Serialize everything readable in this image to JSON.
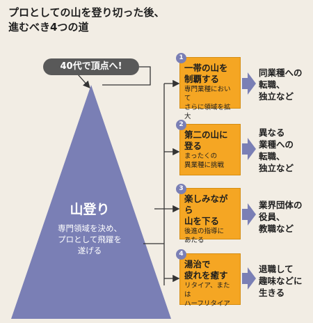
{
  "title": {
    "line1": "プロとしての山を登り切った後、",
    "line2": "進むべき4つの道"
  },
  "peak_label": "40代で頂点へ!",
  "mountain": {
    "title": "山登り",
    "text": "専門領域を決め、\nプロとして飛躍を\n遂げる"
  },
  "paths": [
    {
      "num": "1",
      "head": "一帯の山を\n制覇する",
      "sub": "専門業種において\nさらに領域を拡大",
      "result": "同業種への\n転職、\n独立など"
    },
    {
      "num": "2",
      "head": "第二の山に\n登る",
      "sub": "まったくの\n異業種に挑戦",
      "result": "異なる\n業種への\n転職、\n独立など"
    },
    {
      "num": "3",
      "head": "楽しみながら\n山を下る",
      "sub": "後進の指導に\nあたる",
      "result": "業界団体の\n役員、\n教職など"
    },
    {
      "num": "4",
      "head": "湯治で\n疲れを癒す",
      "sub": "リタイア、または\nハーフリタイア",
      "result": "退職して\n趣味などに\n生きる"
    }
  ],
  "colors": {
    "background": "#f2ede4",
    "mountain": "#7a7fb5",
    "box": "#f5a623",
    "arrow": "#7a7fb5",
    "peak_label": "#595959",
    "lines": "#333333"
  }
}
